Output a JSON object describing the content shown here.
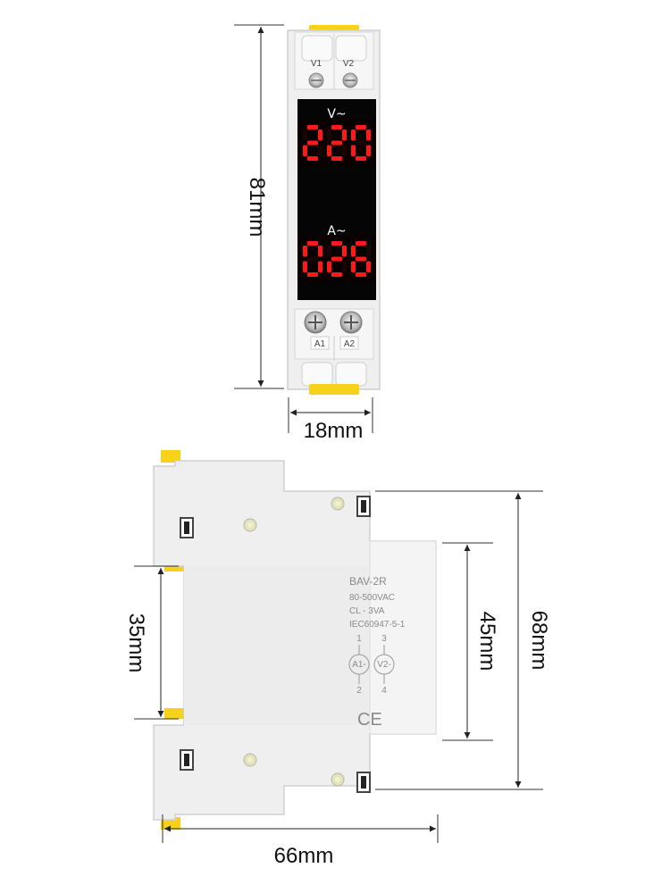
{
  "front_view": {
    "terminal_labels_top": [
      "V1",
      "V2"
    ],
    "terminal_labels_bottom": [
      "A1",
      "A2"
    ],
    "voltage_unit": "V~",
    "voltage_reading": "220",
    "current_unit": "A~",
    "current_reading": "026",
    "display_color": "#ff1a1a",
    "dimensions": {
      "height": "81mm",
      "width": "18mm"
    }
  },
  "side_view": {
    "model": "BAV-2R",
    "voltage_range": "80-500VAC",
    "consumption": "CL - 3VA",
    "standard": "IEC60947-5-1",
    "circuit": {
      "left_top_pin": "1",
      "left_symbol": "A1-",
      "left_bottom_pin": "2",
      "right_top_pin": "3",
      "right_symbol": "V2-",
      "right_bottom_pin": "4"
    },
    "mark": "CE",
    "dimensions": {
      "rail": "35mm",
      "face": "45mm",
      "height": "68mm",
      "depth": "66mm"
    }
  },
  "colors": {
    "housing": "#f2f2f2",
    "latch": "#f7d21a",
    "display": "#050505"
  }
}
